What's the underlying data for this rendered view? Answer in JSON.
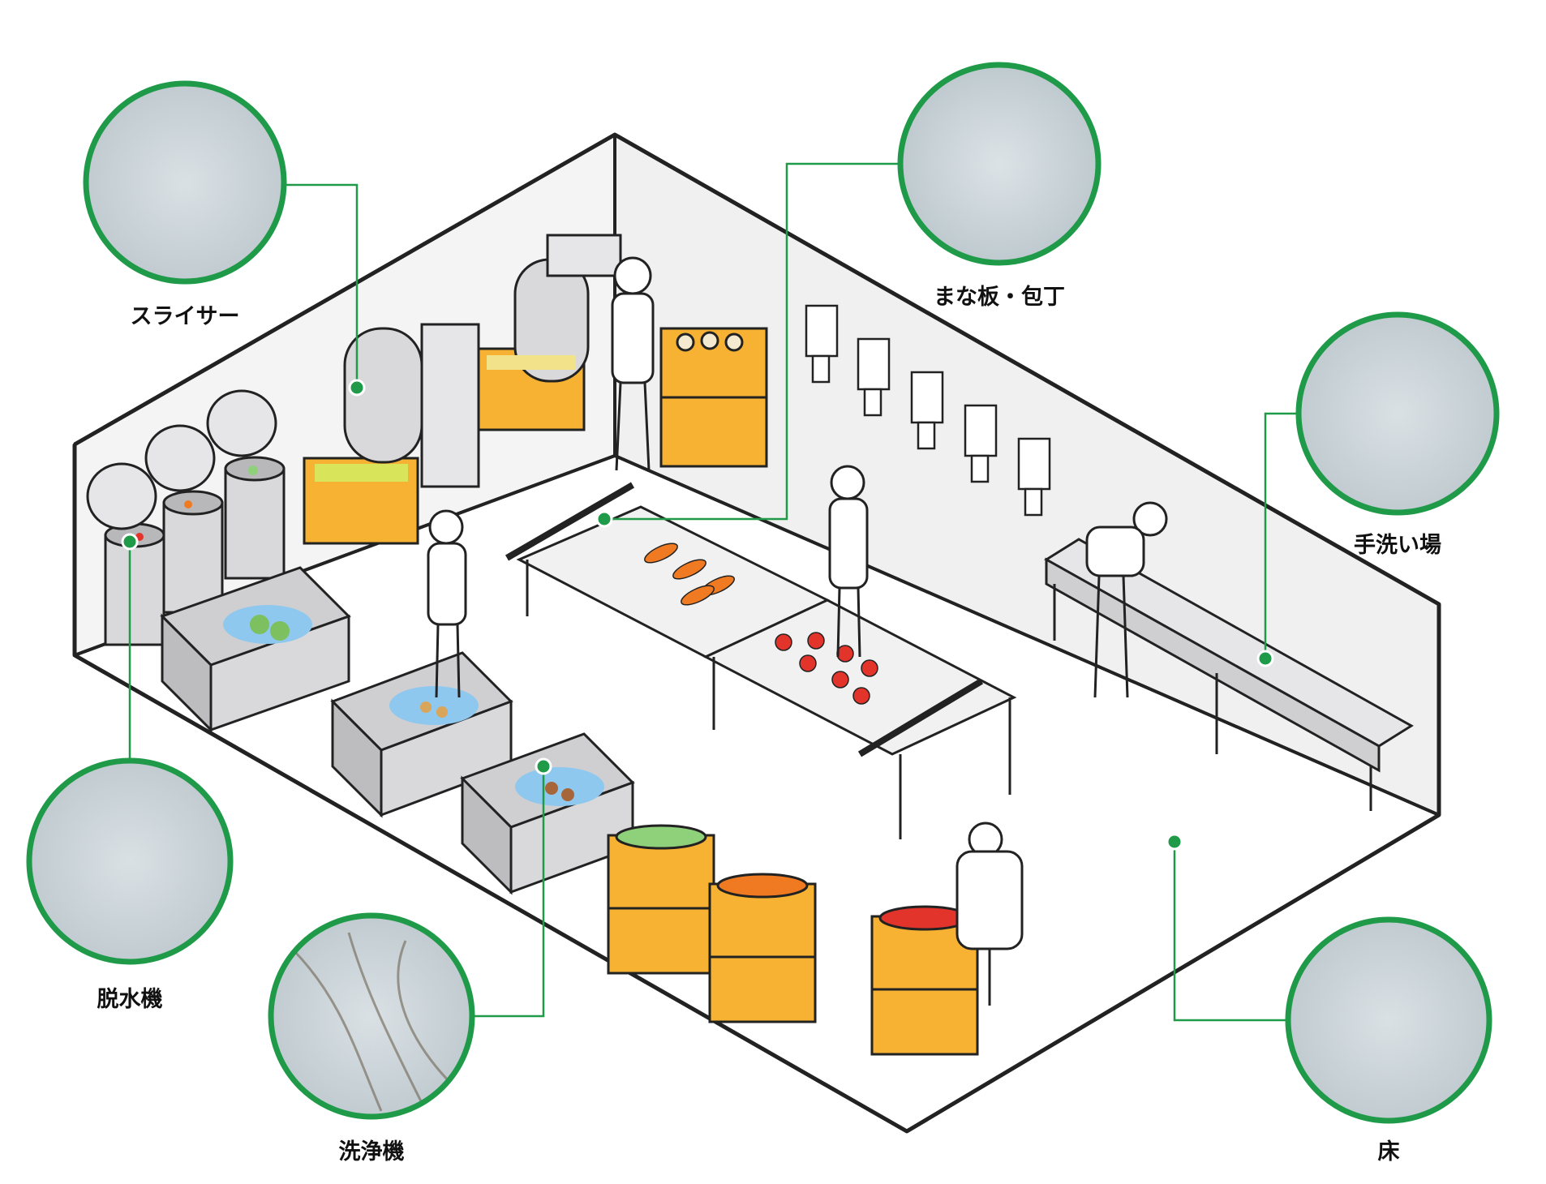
{
  "colors": {
    "accent_green": "#1f9a49",
    "crate_orange": "#f7b233",
    "steel_gray": "#d9d9db",
    "water_blue": "#8fc8ee",
    "carrot": "#f07a22",
    "tomato": "#e3342b",
    "cabbage": "#8fd07a",
    "outline": "#222222",
    "micro_bg": "#c9d3d8"
  },
  "callouts": [
    {
      "id": "slicer",
      "label": "スライサー",
      "icon": "micrograph-slicer"
    },
    {
      "id": "board",
      "label": "まな板・包丁",
      "icon": "micrograph-cutting-board"
    },
    {
      "id": "handwash",
      "label": "手洗い場",
      "icon": "micrograph-handwash"
    },
    {
      "id": "dehydrator",
      "label": "脱水機",
      "icon": "micrograph-dehydrator"
    },
    {
      "id": "washer",
      "label": "洗浄機",
      "icon": "micrograph-washer"
    },
    {
      "id": "floor",
      "label": "床",
      "icon": "micrograph-floor"
    }
  ]
}
